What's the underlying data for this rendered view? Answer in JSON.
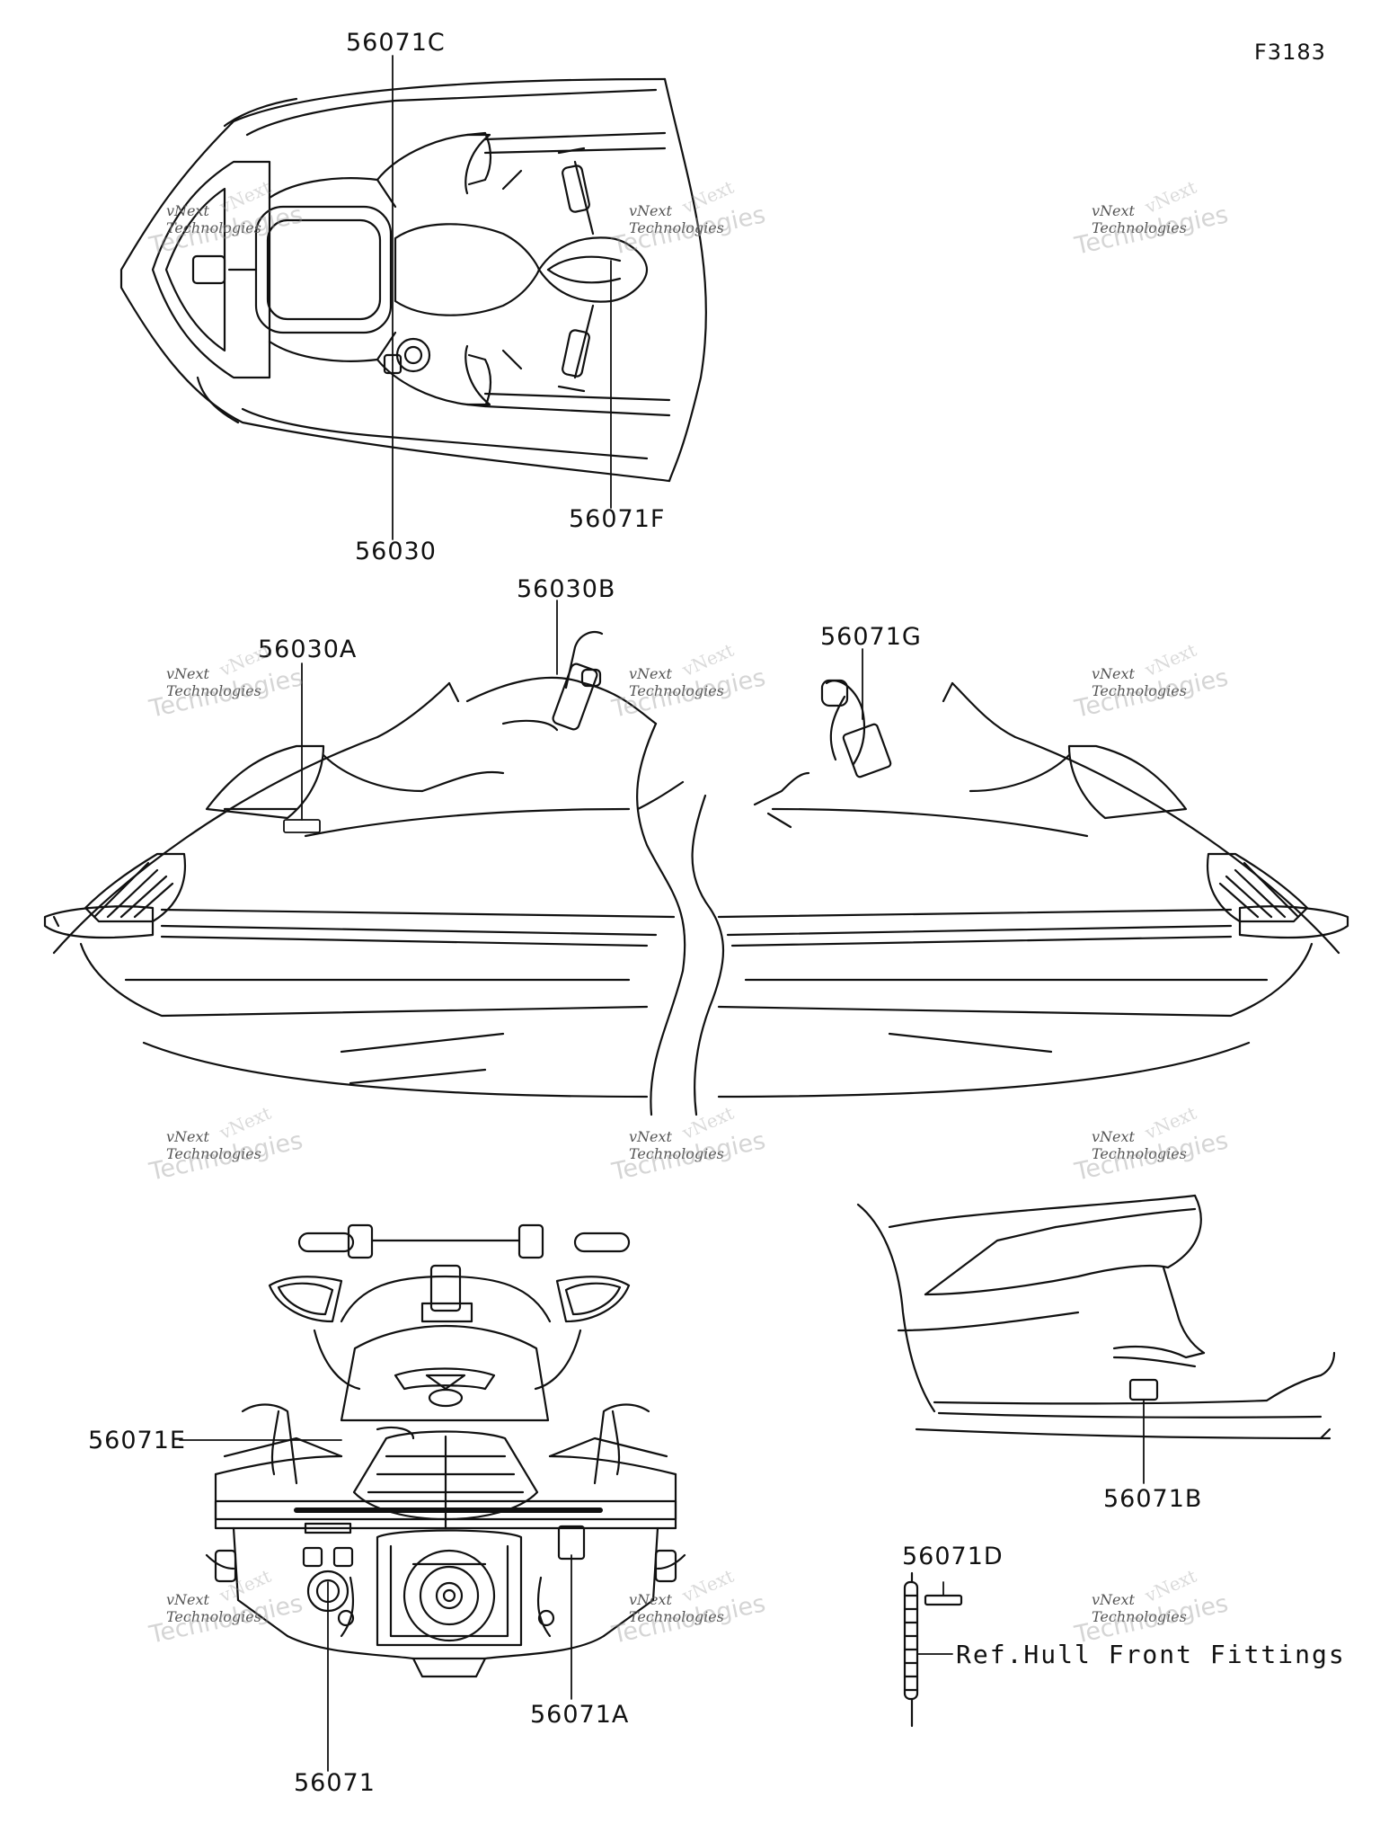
{
  "figure_code": "F3183",
  "labels": {
    "p56071C": "56071C",
    "p56030": "56030",
    "p56071F": "56071F",
    "p56030B": "56030B",
    "p56030A": "56030A",
    "p56071G": "56071G",
    "p56071E": "56071E",
    "p56071": "56071",
    "p56071A": "56071A",
    "p56071B": "56071B",
    "p56071D": "56071D"
  },
  "ref_text": "Ref.Hull Front Fittings",
  "watermark": {
    "line1": "vNext",
    "line2": "vNext Technologies",
    "line3": "Technologies"
  }
}
